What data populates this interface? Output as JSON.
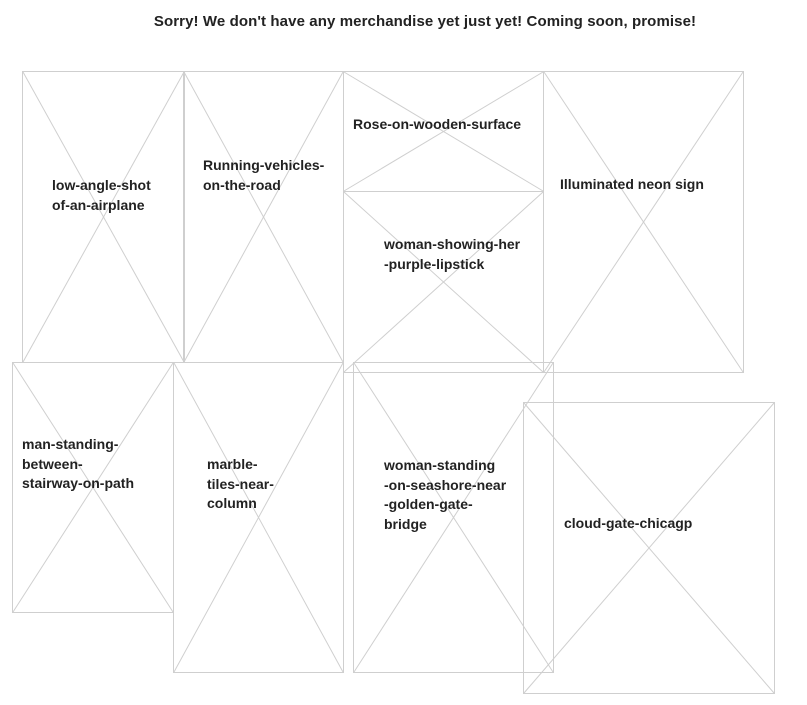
{
  "notice": "Sorry! We don't have any merchandise yet just yet! Coming soon, promise!",
  "gallery": {
    "items": [
      {
        "label": "low-angle-shot\nof-an-airplane",
        "icon": "image-placeholder-icon"
      },
      {
        "label": "Running-vehicles-\non-the-road",
        "icon": "image-placeholder-icon"
      },
      {
        "label": "Rose-on-wooden-surface",
        "icon": "image-placeholder-icon"
      },
      {
        "label": "woman-showing-her\n-purple-lipstick",
        "icon": "image-placeholder-icon"
      },
      {
        "label": "Illuminated neon sign",
        "icon": "image-placeholder-icon"
      },
      {
        "label": "man-standing-\nbetween-\nstairway-on-path",
        "icon": "image-placeholder-icon"
      },
      {
        "label": "marble-\ntiles-near-\ncolumn",
        "icon": "image-placeholder-icon"
      },
      {
        "label": "woman-standing\n-on-seashore-near\n-golden-gate-\nbridge",
        "icon": "image-placeholder-icon"
      },
      {
        "label": "cloud-gate-chicagp",
        "icon": "image-placeholder-icon"
      }
    ]
  },
  "colors": {
    "placeholder_border": "#cfcfcf",
    "text": "#222222",
    "background": "#ffffff"
  }
}
